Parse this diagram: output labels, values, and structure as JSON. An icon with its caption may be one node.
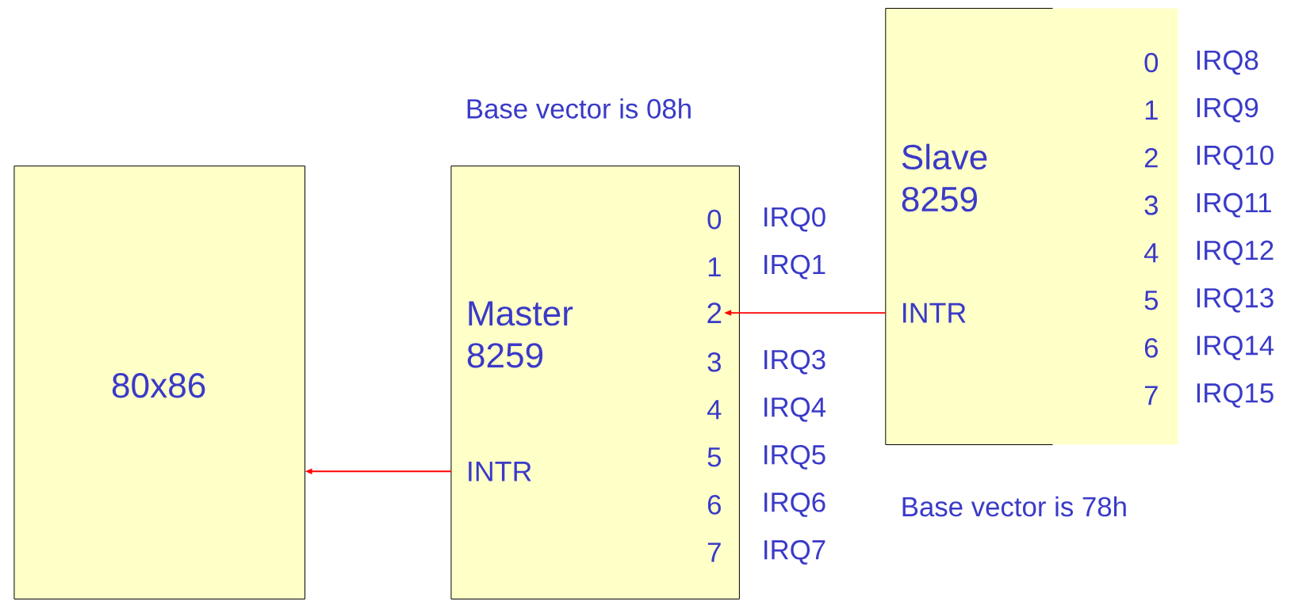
{
  "diagram": {
    "nodes": [
      {
        "text": [
          "80x86"
        ]
      },
      {
        "text": [
          "Master 8259"
        ],
        "beside": [
          "Base vector is 08h"
        ]
      },
      {
        "text": [
          "INTR"
        ],
        "in": 1
      },
      {
        "text": [
          "2"
        ],
        "in": 1
      },
      {
        "text": [
          "Slave 8259"
        ],
        "beside": [
          "Base vector is 78h"
        ]
      },
      {
        "text": [
          "INTR"
        ],
        "in": 4
      }
    ],
    "edges": [
      {
        "from": 2,
        "to": 0,
        "arrow": "to",
        "color": "#ff0000"
      },
      {
        "from": 5,
        "to": 3,
        "arrow": "to",
        "color": "#ff0000"
      }
    ],
    "labels": [
      "0",
      "IRQ8",
      "1",
      "IRQ9",
      "2",
      "IRQ10",
      "3",
      "IRQ11",
      "4",
      "IRQ12",
      "5",
      "IRQ13",
      "6",
      "IRQ14",
      "7",
      "IRQ15",
      "0",
      "IRQ0",
      "1",
      "IRQ1",
      "3",
      "IRQ3",
      "4",
      "IRQ4",
      "5",
      "IRQ5",
      "6",
      "IRQ6",
      "7",
      "IRQ7"
    ]
  }
}
